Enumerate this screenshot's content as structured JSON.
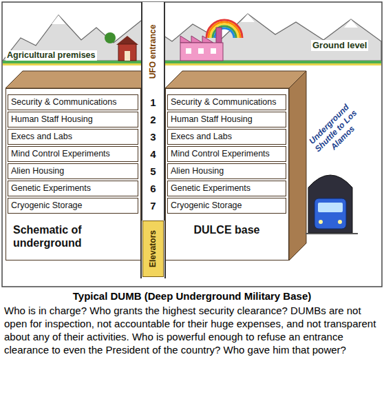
{
  "diagram": {
    "title": "Typical DUMB (Deep Underground Military Base)",
    "caption": "Who is in charge? Who grants the highest security clearance? DUMBs are not open for inspection, not accountable for their huge expenses, and not transparent about any of their activities. Who is powerful enough to refuse an entrance clearance to even the President of the country? Who gave him that power?",
    "nodes": [
      {
        "text": [
          "UFO entrance"
        ]
      },
      {
        "text": [
          "Schematic of underground"
        ]
      },
      {
        "text": [
          "Security & Communications"
        ],
        "in": 1
      },
      {
        "text": [
          "Human Staff Housing"
        ],
        "in": 1
      },
      {
        "text": [
          "Execs and Labs"
        ],
        "in": 1
      },
      {
        "text": [
          "Mind Control Experiments"
        ],
        "in": 1
      },
      {
        "text": [
          "Alien Housing"
        ],
        "in": 1
      },
      {
        "text": [
          "Genetic Experiments"
        ],
        "in": 1
      },
      {
        "text": [
          "Cryogenic Storage"
        ],
        "in": 1
      },
      {
        "text": [
          "DULCE base"
        ]
      },
      {
        "text": [
          "Security & Communications"
        ],
        "in": 9
      },
      {
        "text": [
          "Human Staff Housing"
        ],
        "in": 9
      },
      {
        "text": [
          "Execs and Labs"
        ],
        "in": 9
      },
      {
        "text": [
          "Mind Control Experiments"
        ],
        "in": 9
      },
      {
        "text": [
          "Alien Housing"
        ],
        "in": 9
      },
      {
        "text": [
          "Genetic Experiments"
        ],
        "in": 9
      },
      {
        "text": [
          "Cryogenic Storage"
        ],
        "in": 9
      },
      {
        "text": [
          "Elevators"
        ]
      }
    ],
    "labels": [
      "Agricultural premises",
      "Ground level",
      "1",
      "2",
      "3",
      "4",
      "5",
      "6",
      "7",
      "Underground Shuttle to Los Alamos"
    ]
  }
}
